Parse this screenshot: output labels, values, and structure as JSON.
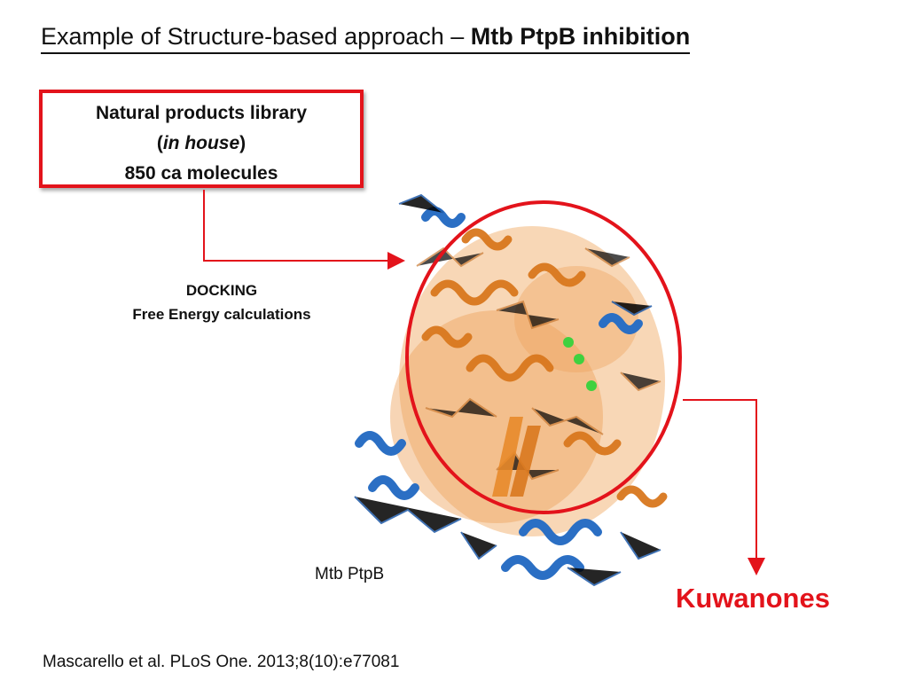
{
  "title": {
    "prefix": "Example of Structure-based approach – ",
    "bold": "Mtb PtpB inhibition"
  },
  "library_box": {
    "line1": "Natural products library",
    "line2_open": "(",
    "line2_italic": "in house",
    "line2_close": ")",
    "line3": "850 ca molecules"
  },
  "docking": {
    "line1": "DOCKING",
    "line2": "Free Energy calculations"
  },
  "protein_label": "Mtb PtpB",
  "result": "Kuwanones",
  "citation": "Mascarello et al. PLoS One. 2013;8(10):e77081",
  "colors": {
    "accent_red": "#e3131b",
    "protein_orange": "#e8892a",
    "protein_blue": "#2b6fc4",
    "ion_green": "#3fd13f"
  },
  "icons": {
    "protein": "protein-structure-image",
    "arrows": "arrow-right-icon, arrow-down-icon"
  }
}
